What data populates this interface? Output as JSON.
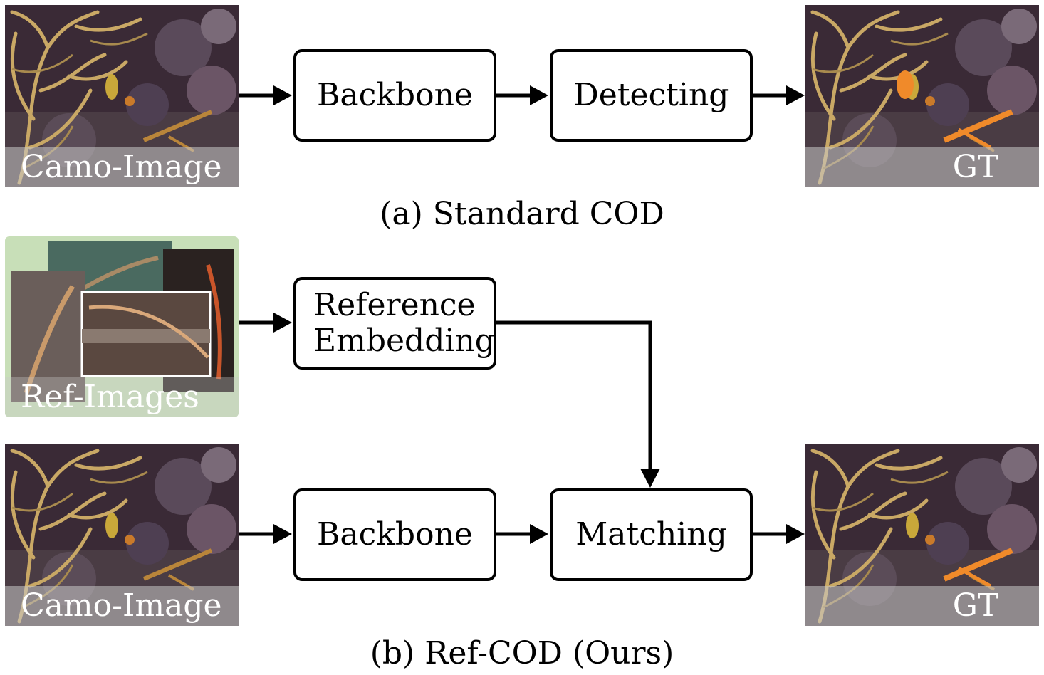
{
  "panel_a": {
    "input_label": "Camo-Image",
    "backbone_label": "Backbone",
    "detect_label": "Detecting",
    "output_label": "GT",
    "caption": "(a) Standard COD"
  },
  "panel_b": {
    "ref_label": "Ref-Images",
    "ref_embed_line1": "Reference",
    "ref_embed_line2": "Embedding",
    "input_label": "Camo-Image",
    "backbone_label": "Backbone",
    "match_label": "Matching",
    "output_label": "GT",
    "caption": "(b) Ref-COD (Ours)"
  },
  "colors": {
    "reef_dark": "#3a2a36",
    "coral": "#b89a5a",
    "ref_background": "#c8dfb8",
    "mask_highlight": "#f08a2a"
  }
}
